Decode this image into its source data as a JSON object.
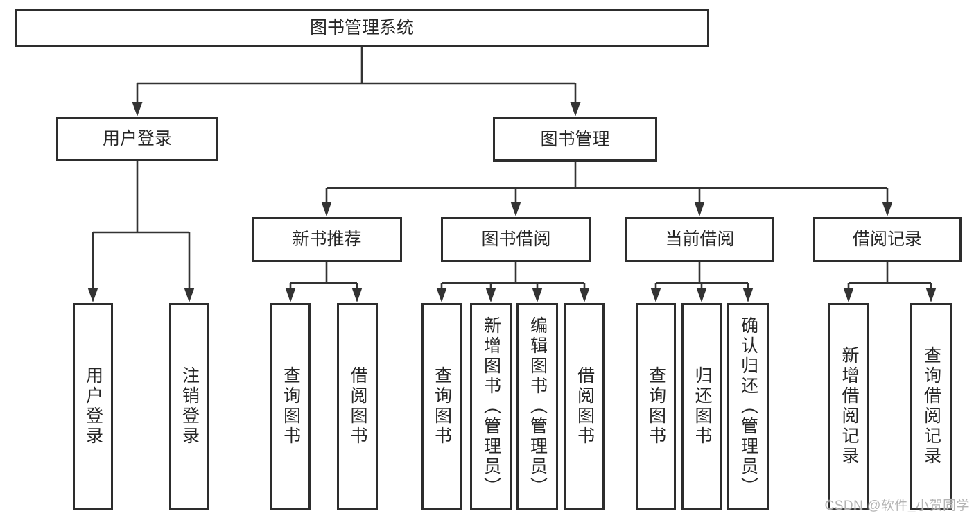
{
  "diagram": {
    "root": {
      "label": "图书管理系统"
    },
    "level2": [
      {
        "label": "用户登录"
      },
      {
        "label": "图书管理"
      }
    ],
    "level3": [
      {
        "label": "新书推荐"
      },
      {
        "label": "图书借阅"
      },
      {
        "label": "当前借阅"
      },
      {
        "label": "借阅记录"
      }
    ],
    "leaves": {
      "user_login": [
        {
          "label": "用户登录"
        },
        {
          "label": "注销登录"
        }
      ],
      "new_books": [
        {
          "label": "查询图书"
        },
        {
          "label": "借阅图书"
        }
      ],
      "book_borrow": [
        {
          "label": "查询图书"
        },
        {
          "label": "新增图书（管理员）"
        },
        {
          "label": "编辑图书（管理员）"
        },
        {
          "label": "借阅图书"
        }
      ],
      "current_borrow": [
        {
          "label": "查询图书"
        },
        {
          "label": "归还图书"
        },
        {
          "label": "确认归还（管理员）"
        }
      ],
      "borrow_records": [
        {
          "label": "新增借阅记录"
        },
        {
          "label": "查询借阅记录"
        }
      ]
    }
  },
  "watermark": {
    "text": "CSDN @软件_小贺同学"
  },
  "colors": {
    "line": "#333333",
    "border": "#2d2d2d",
    "fill": "#ffffff",
    "text": "#262626",
    "background": "#ffffff",
    "watermark": "#b3b3b3"
  }
}
